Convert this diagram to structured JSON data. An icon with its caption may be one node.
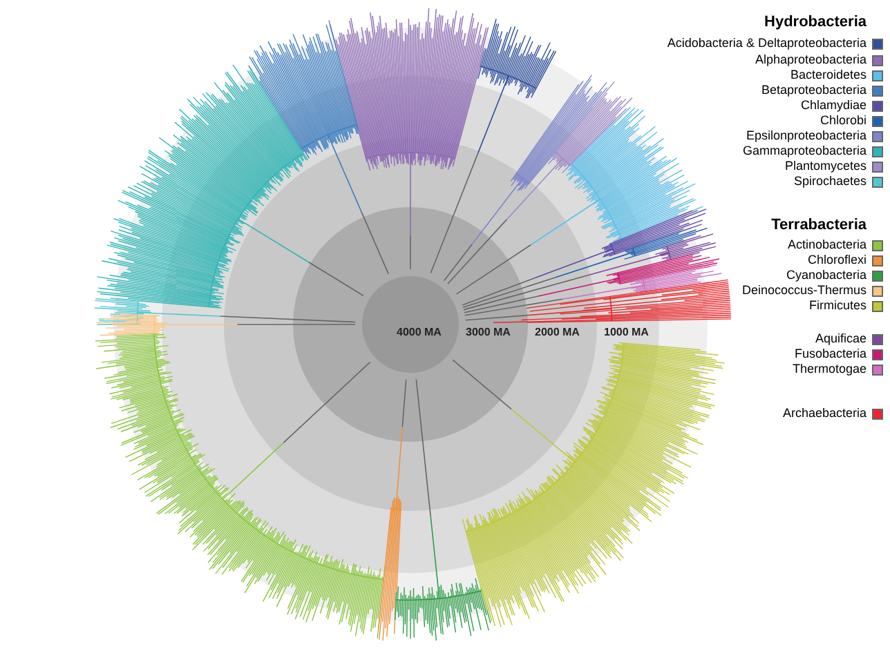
{
  "diagram": {
    "labels": [
      "Hydrobacteria",
      "Terrabacteria",
      "4000 MA",
      "3000 MA",
      "2000 MA",
      "1000 MA"
    ],
    "legend": [
      {
        "text": "Acidobacteria & Deltaproteobacteria",
        "color": "#2e4f9c"
      },
      {
        "text": "Alphaproteobacteria",
        "color": "#8e6bb5"
      },
      {
        "text": "Bacteroidetes",
        "color": "#5bc0eb"
      },
      {
        "text": "Betaproteobacteria",
        "color": "#3f7fc1"
      },
      {
        "text": "Chlamydiae",
        "color": "#5a4aa8"
      },
      {
        "text": "Chlorobi",
        "color": "#2060b0"
      },
      {
        "text": "Epsilonproteobacteria",
        "color": "#7d86c8"
      },
      {
        "text": "Gammaproteobacteria",
        "color": "#2fb5b5"
      },
      {
        "text": "Plantomycetes",
        "color": "#a08cc8"
      },
      {
        "text": "Spirochaetes",
        "color": "#50c8d0"
      },
      {
        "text": "Actinobacteria",
        "color": "#8cc63f"
      },
      {
        "text": "Chloroflexi",
        "color": "#f0913a"
      },
      {
        "text": "Cyanobacteria",
        "color": "#2e9e48"
      },
      {
        "text": "Deinococcus-Thermus",
        "color": "#fbc583"
      },
      {
        "text": "Firmicutes",
        "color": "#bdc83a"
      },
      {
        "text": "Aquificae",
        "color": "#7b4a9e"
      },
      {
        "text": "Fusobacteria",
        "color": "#c8186e"
      },
      {
        "text": "Thermotogae",
        "color": "#d070c0"
      },
      {
        "text": "Archaebacteria",
        "color": "#e8262b"
      }
    ]
  }
}
